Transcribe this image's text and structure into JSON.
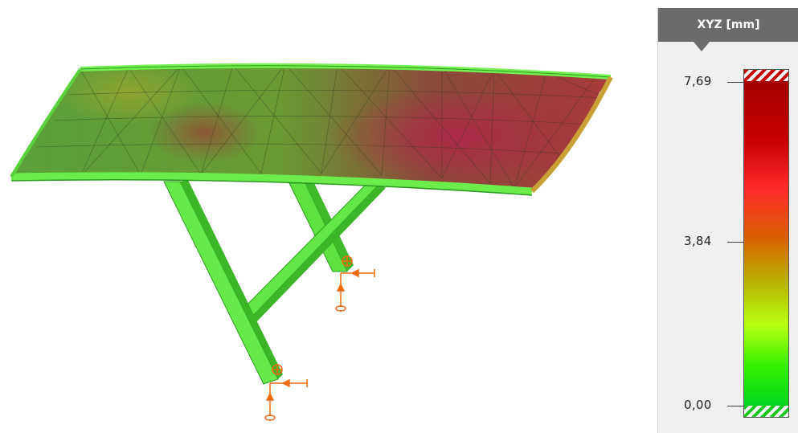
{
  "legend": {
    "title": "XYZ [mm]",
    "ticks": [
      {
        "label": "7,69",
        "value": 7.69
      },
      {
        "label": "3,84",
        "value": 3.84
      },
      {
        "label": "0,00",
        "value": 0.0
      }
    ],
    "min": 0.0,
    "max": 7.69,
    "colors": [
      "#a40000",
      "#c80000",
      "#ff2a2a",
      "#d95f00",
      "#b9b400",
      "#b8ff12",
      "#33f000",
      "#00d51f"
    ]
  },
  "model": {
    "members": [
      "roof-plate",
      "front-strut",
      "diagonal-brace",
      "rear-strut"
    ],
    "supports": 2
  }
}
